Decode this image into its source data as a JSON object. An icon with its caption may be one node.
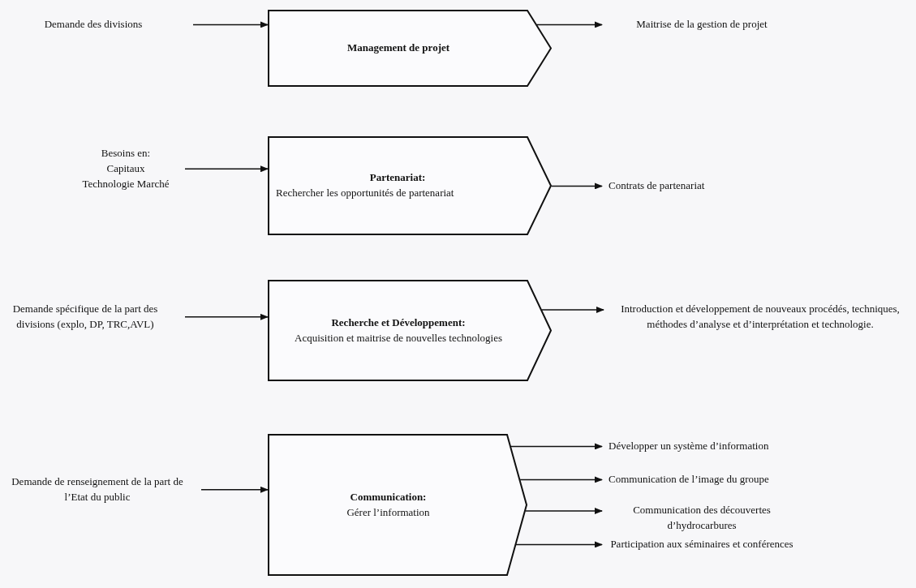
{
  "diagram": {
    "nodes": [
      {
        "text": [
          "Demande des divisions"
        ]
      },
      {
        "text": [
          "Management de projet"
        ]
      },
      {
        "text": [
          "Maitrise de la gestion de projet"
        ]
      },
      {
        "text": [
          "Besoins en: Capitaux Technologie Marché"
        ]
      },
      {
        "text": [
          "Partenariat:",
          "Rechercher les opportunités de partenariat"
        ]
      },
      {
        "text": [
          "Contrats de partenariat"
        ]
      },
      {
        "text": [
          "Demande spécifique de la part des divisions (explo, DP, TRC,AVL)"
        ]
      },
      {
        "text": [
          "Recherche et Développement:",
          "Acquisition et maitrise de nouvelles technologies"
        ]
      },
      {
        "text": [
          "Introduction et développement de nouveaux procédés, techniques, méthodes d’analyse et d’interprétation et technologie."
        ]
      },
      {
        "text": [
          "Demande de renseignement de la part de l’Etat du public"
        ]
      },
      {
        "text": [
          "Communication:",
          "Gérer l’information"
        ]
      },
      {
        "text": [
          "Développer un système d’information"
        ]
      },
      {
        "text": [
          "Communication de l’image du groupe"
        ]
      },
      {
        "text": [
          "Communication des découvertes d’hydrocarbures"
        ]
      },
      {
        "text": [
          "Participation aux séminaires et conférences"
        ]
      }
    ],
    "edges": [
      {
        "from": 0,
        "to": 1,
        "arrow": "to"
      },
      {
        "from": 1,
        "to": 2,
        "arrow": "to"
      },
      {
        "from": 3,
        "to": 4,
        "arrow": "to"
      },
      {
        "from": 4,
        "to": 5,
        "arrow": "to"
      },
      {
        "from": 6,
        "to": 7,
        "arrow": "to"
      },
      {
        "from": 7,
        "to": 8,
        "arrow": "to"
      },
      {
        "from": 9,
        "to": 10,
        "arrow": "to"
      },
      {
        "from": 10,
        "to": 11,
        "arrow": "to"
      },
      {
        "from": 10,
        "to": 12,
        "arrow": "to"
      },
      {
        "from": 10,
        "to": 13,
        "arrow": "to"
      },
      {
        "from": 10,
        "to": 14,
        "arrow": "to"
      }
    ]
  }
}
